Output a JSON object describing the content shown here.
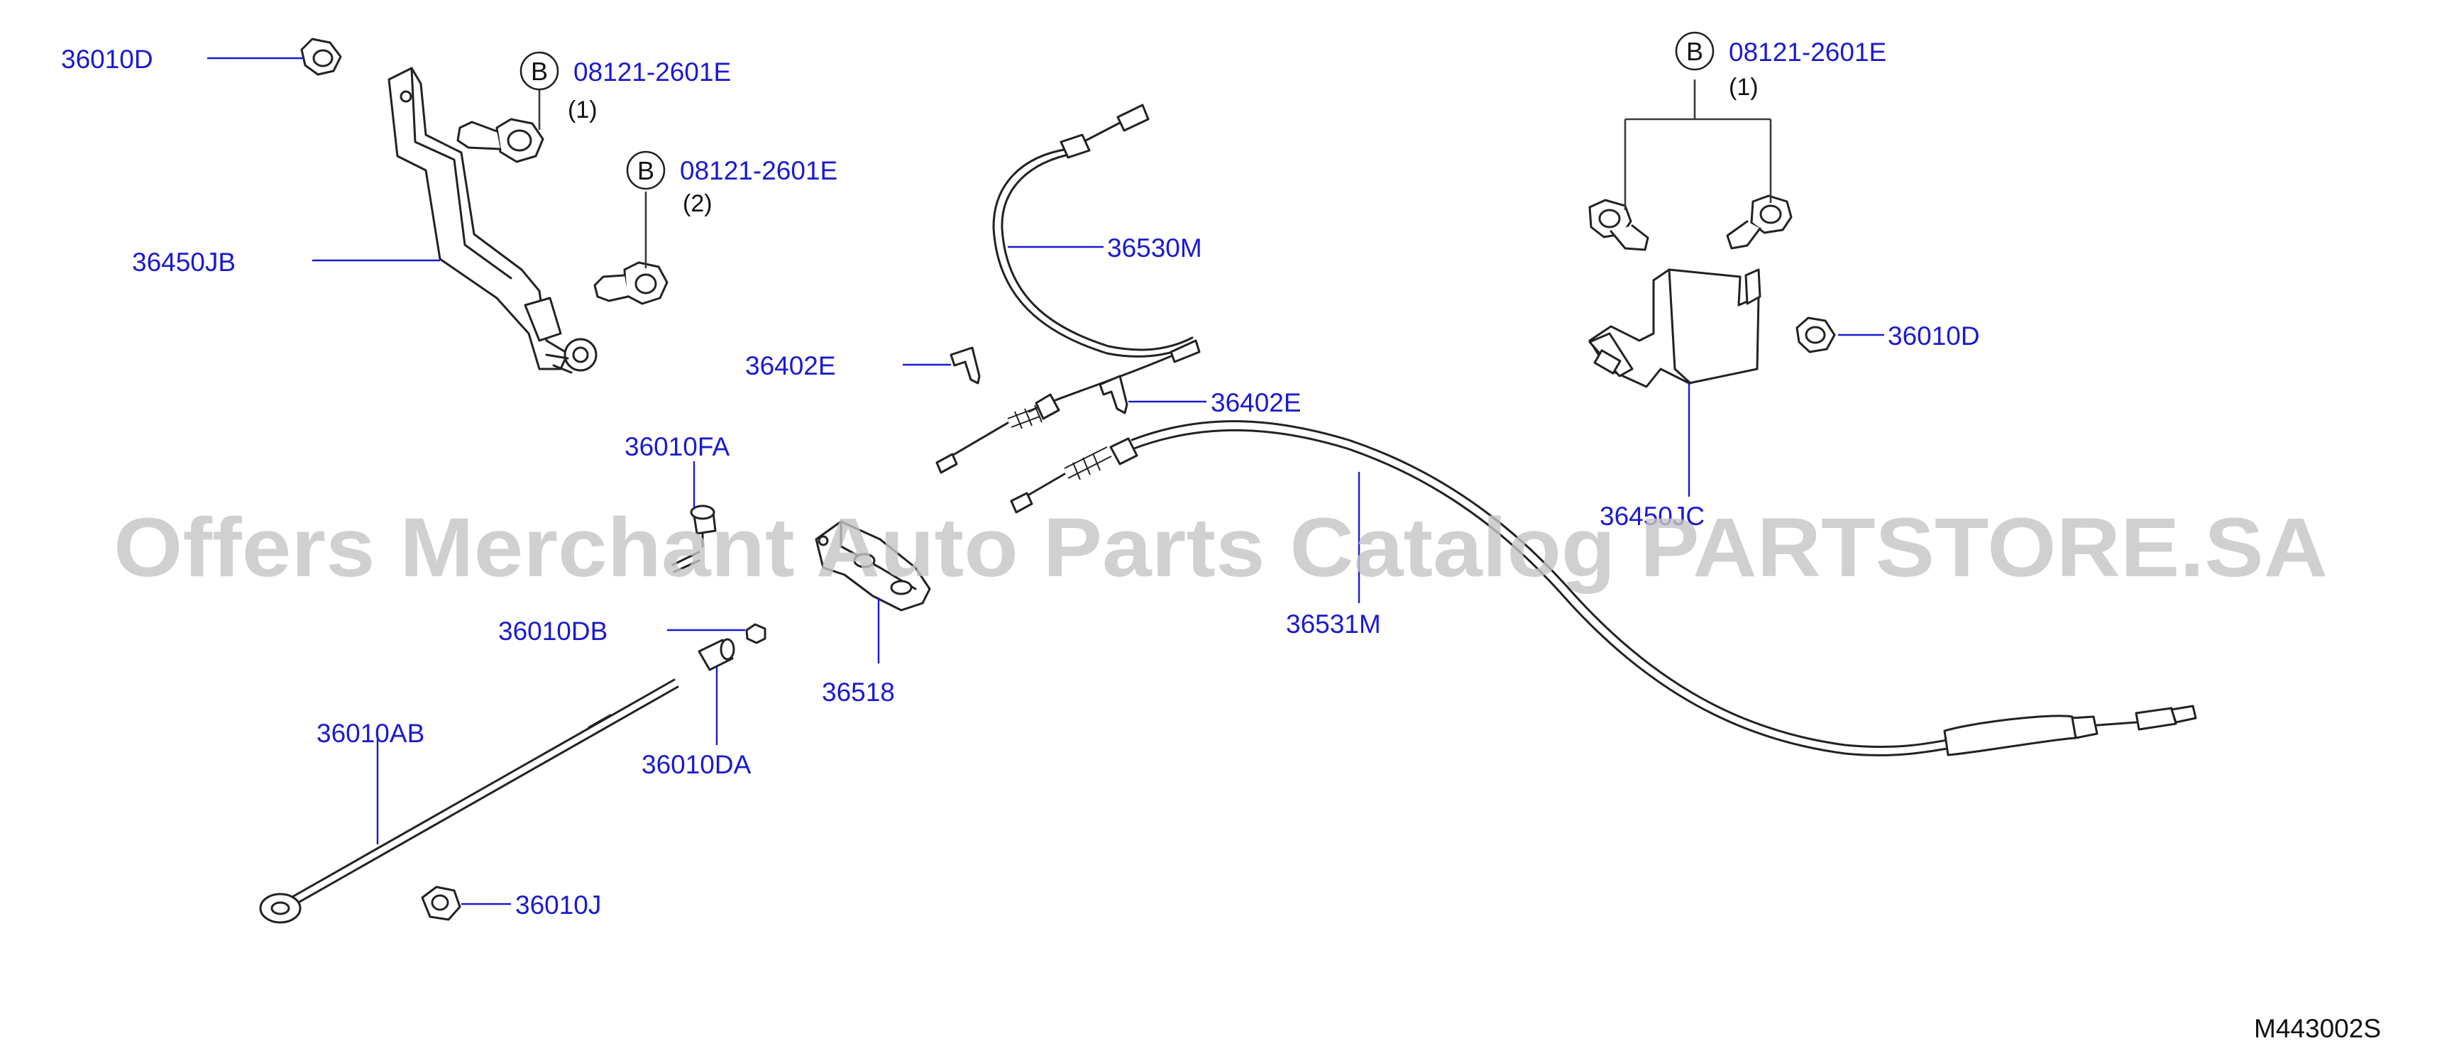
{
  "watermark": "Offers Merchant Auto Parts Catalog PARTSTORE.SA",
  "diagram_code": "M443002S",
  "colors": {
    "label": "#1a1ad0",
    "drawing": "#222222",
    "watermark": "#c4c4c4"
  },
  "bolt_refs": [
    {
      "circle": "B",
      "part": "08121-2601E",
      "qty": "(1)"
    },
    {
      "circle": "B",
      "part": "08121-2601E",
      "qty": "(2)"
    },
    {
      "circle": "B",
      "part": "08121-2601E",
      "qty": "(1)"
    }
  ],
  "labels": {
    "nut_left": "36010D",
    "bracket_left": "36450JB",
    "clip_left": "36402E",
    "front_cable": "36530M",
    "clip_right": "36402E",
    "pin": "36010FA",
    "nut_small": "36010DB",
    "guide": "36518",
    "rod": "36010AB",
    "adjuster": "36010DA",
    "clip_j": "36010J",
    "rear_cable": "36531M",
    "nut_right": "36010D",
    "bracket_right": "36450JC"
  }
}
